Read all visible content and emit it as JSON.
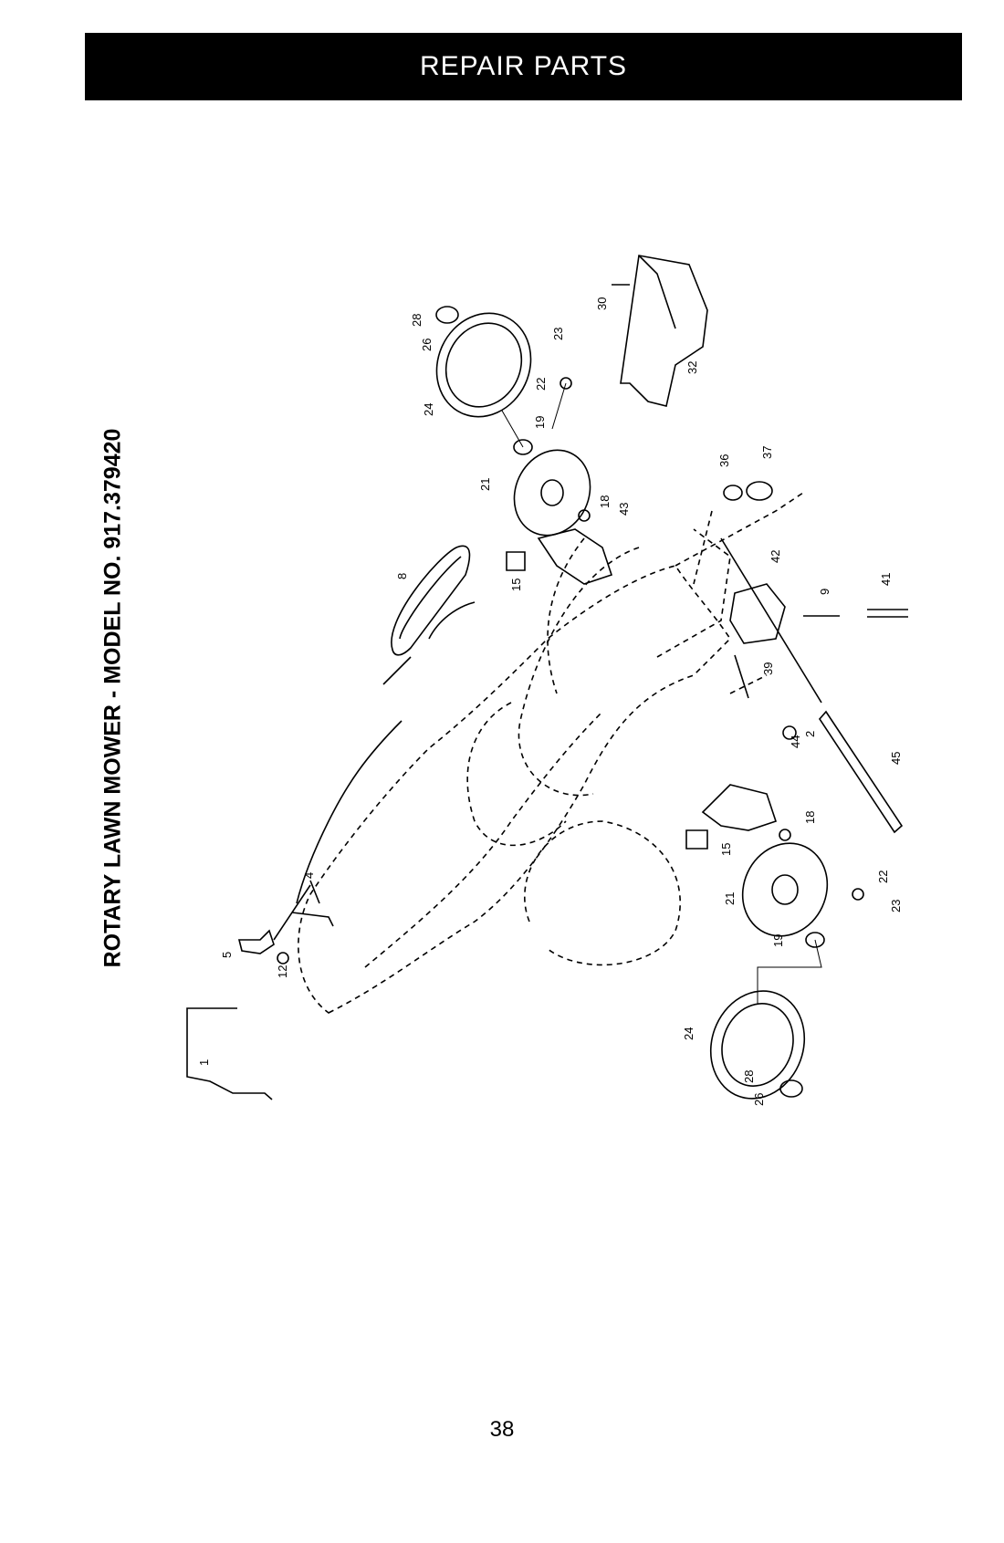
{
  "header": {
    "title": "REPAIR PARTS"
  },
  "model_line": "ROTARY LAWN MOWER - MODEL NO. 917.379420",
  "page_number": "38",
  "parts": [
    {
      "id": "1",
      "label": "1"
    },
    {
      "id": "2",
      "label": "2"
    },
    {
      "id": "4",
      "label": "4"
    },
    {
      "id": "5",
      "label": "5"
    },
    {
      "id": "8",
      "label": "8"
    },
    {
      "id": "9",
      "label": "9"
    },
    {
      "id": "12",
      "label": "12"
    },
    {
      "id": "15a",
      "label": "15"
    },
    {
      "id": "15b",
      "label": "15"
    },
    {
      "id": "18a",
      "label": "18"
    },
    {
      "id": "18b",
      "label": "18"
    },
    {
      "id": "19a",
      "label": "19"
    },
    {
      "id": "19b",
      "label": "19"
    },
    {
      "id": "21a",
      "label": "21"
    },
    {
      "id": "21b",
      "label": "21"
    },
    {
      "id": "22a",
      "label": "22"
    },
    {
      "id": "22b",
      "label": "22"
    },
    {
      "id": "23a",
      "label": "23"
    },
    {
      "id": "23b",
      "label": "23"
    },
    {
      "id": "24a",
      "label": "24"
    },
    {
      "id": "24b",
      "label": "24"
    },
    {
      "id": "26a",
      "label": "26"
    },
    {
      "id": "26b",
      "label": "26"
    },
    {
      "id": "28a",
      "label": "28"
    },
    {
      "id": "28b",
      "label": "28"
    },
    {
      "id": "30",
      "label": "30"
    },
    {
      "id": "32",
      "label": "32"
    },
    {
      "id": "36",
      "label": "36"
    },
    {
      "id": "37",
      "label": "37"
    },
    {
      "id": "39",
      "label": "39"
    },
    {
      "id": "41",
      "label": "41"
    },
    {
      "id": "42",
      "label": "42"
    },
    {
      "id": "43",
      "label": "43"
    },
    {
      "id": "44",
      "label": "44"
    },
    {
      "id": "45",
      "label": "45"
    }
  ]
}
